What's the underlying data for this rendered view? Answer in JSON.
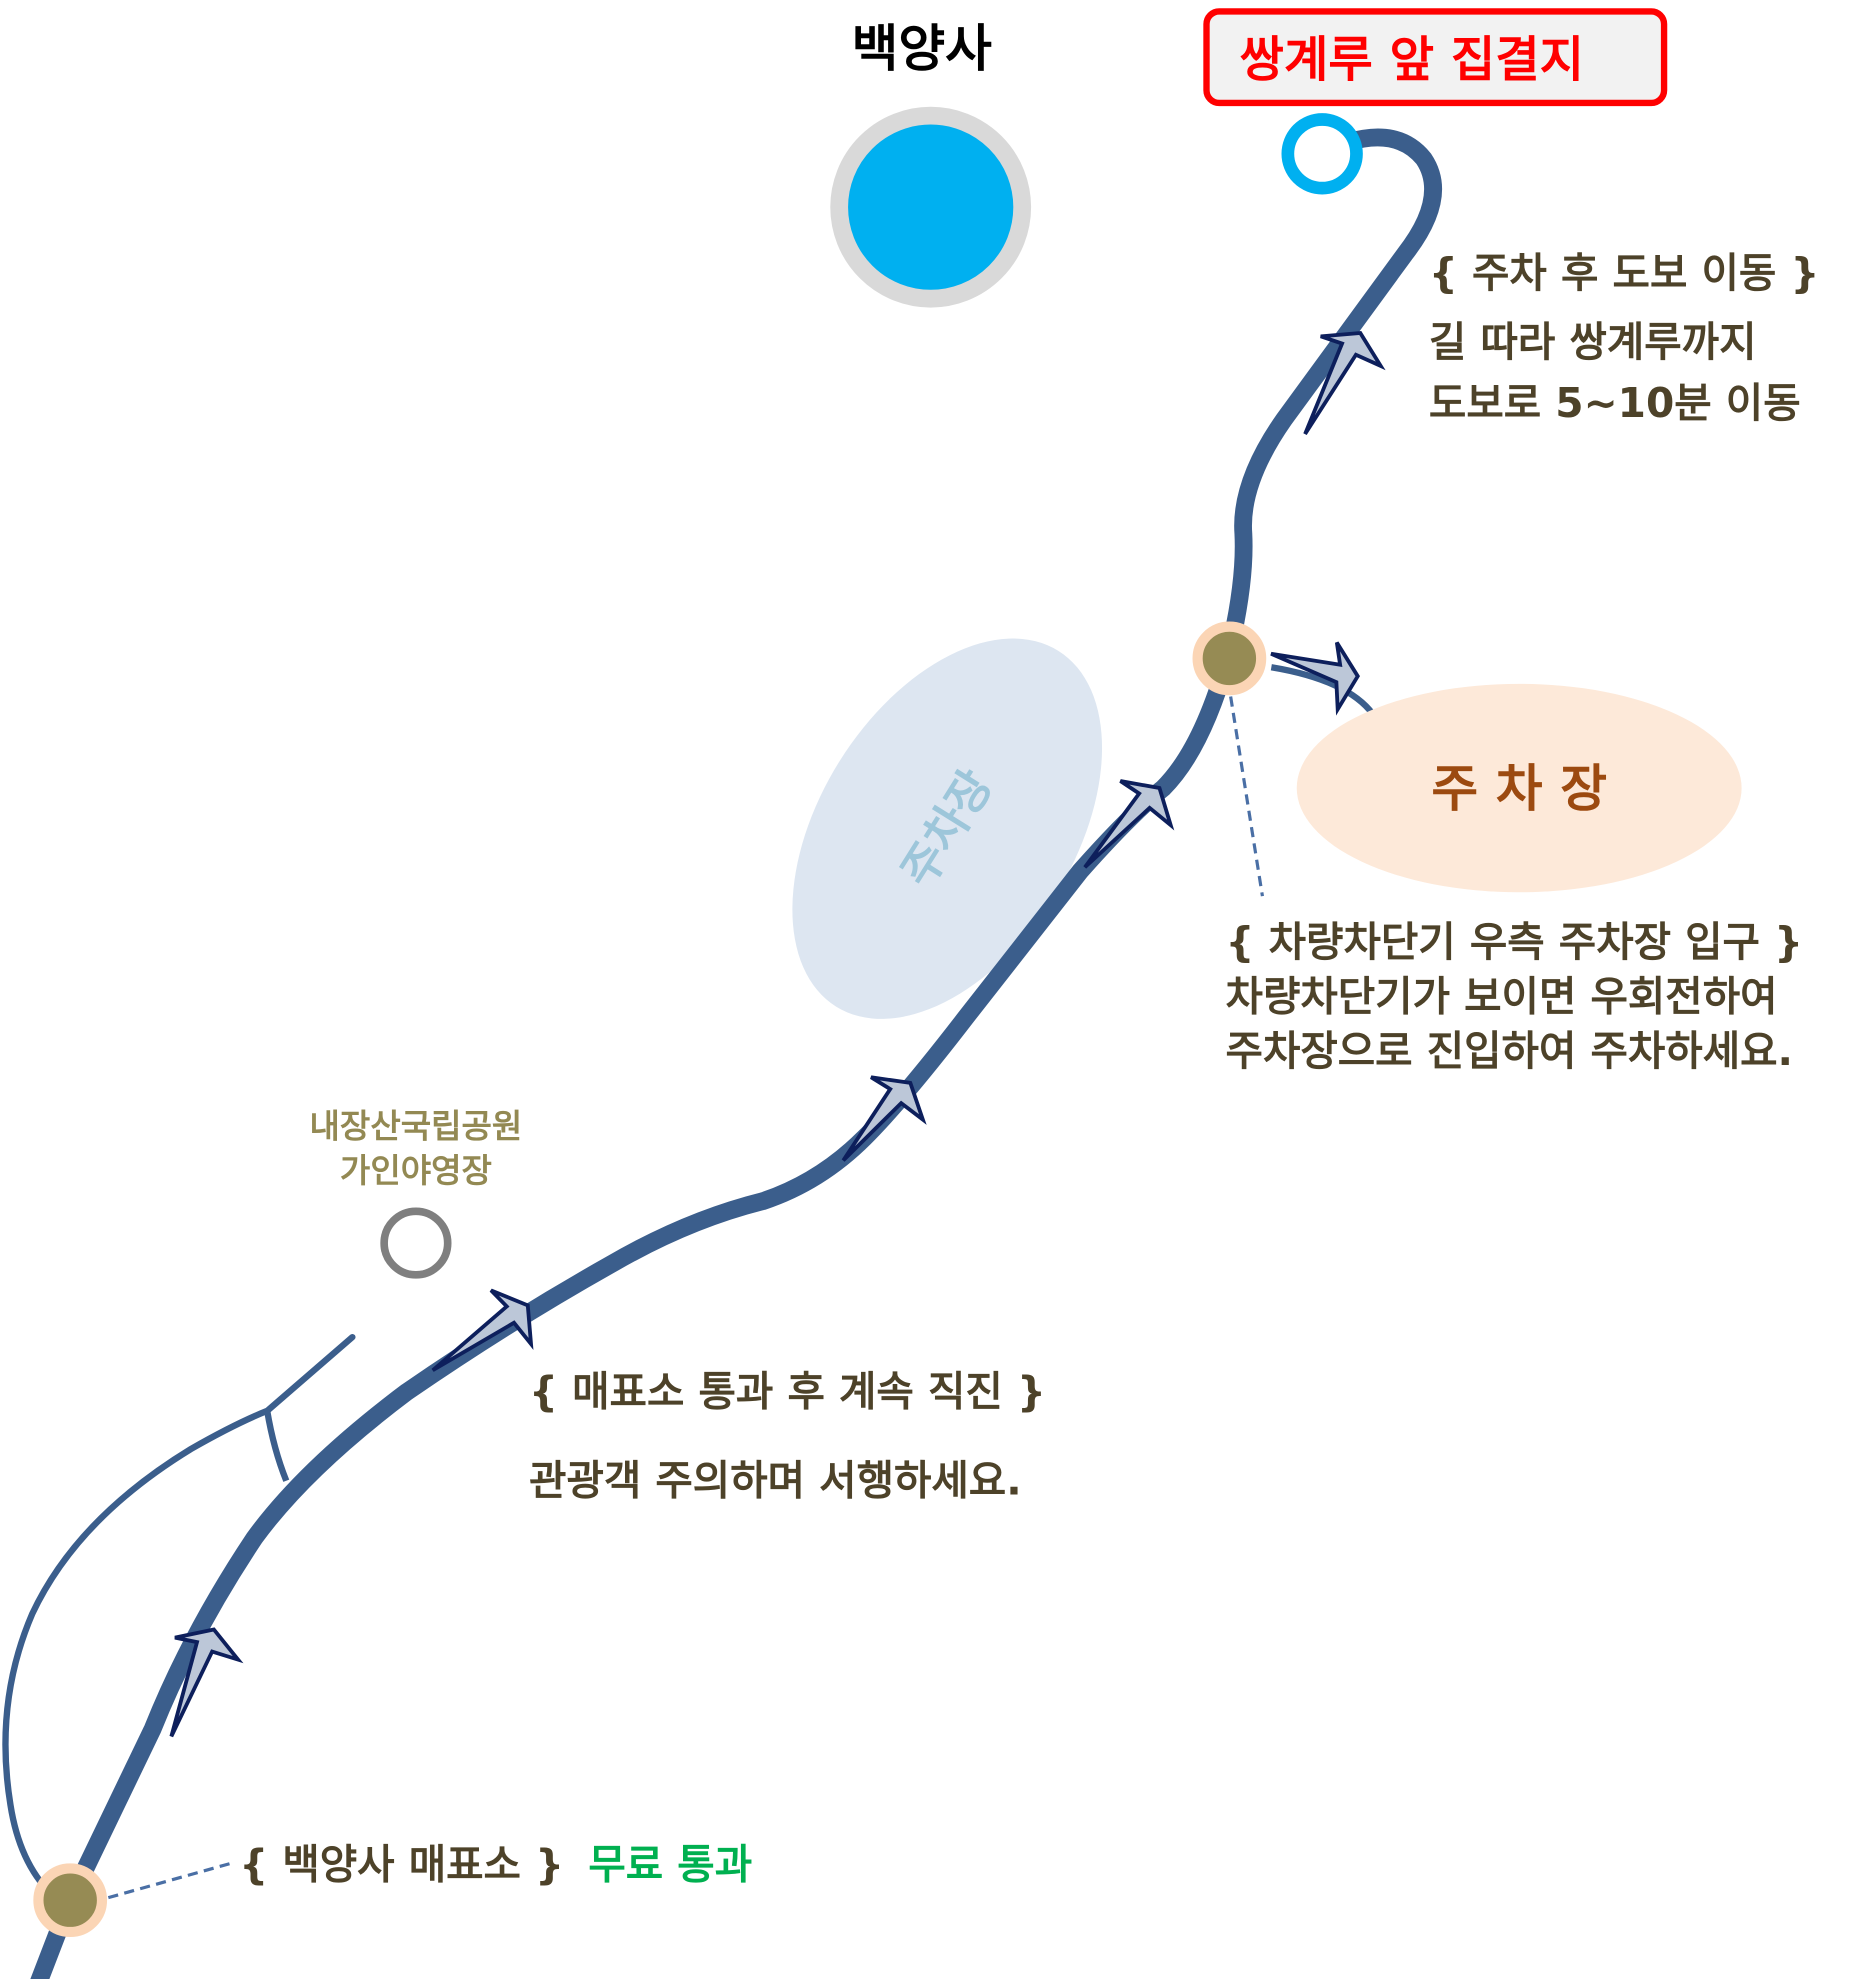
{
  "map": {
    "temple_label": "백양사",
    "meeting_point_label": "쌍계루 앞 집결지",
    "campsite_label_line1": "내장산국립공원",
    "campsite_label_line2": "가인야영장",
    "parking_left_label": "주차장",
    "parking_right_label": "주 차 장",
    "ticket_office": {
      "title": "{ 백양사 매표소 }",
      "note": "무료 통과"
    },
    "straight_instruction": {
      "title": "{ 매표소 통과 후 계속 직진 }",
      "line1": "관광객 주의하며 서행하세요."
    },
    "parking_entrance": {
      "title": "{ 차량차단기 우측 주차장 입구 }",
      "line1": "차량차단기가 보이면 우회전하여",
      "line2": "주차장으로 진입하여 주차하세요."
    },
    "walk_instruction": {
      "title": "{ 주차 후 도보 이동 }",
      "line1": "길 따라 쌍계루까지",
      "line2": "도보로 5~10분 이동"
    }
  },
  "colors": {
    "road": "#3b5e8c",
    "meeting_red": "#ff0000",
    "temple_blue": "#00b0f0",
    "node_olive": "#968b54",
    "node_ring": "#fbd5b5",
    "text_brown": "#4d4229",
    "free_green": "#00b050",
    "parking_brown": "#9c4a10"
  }
}
